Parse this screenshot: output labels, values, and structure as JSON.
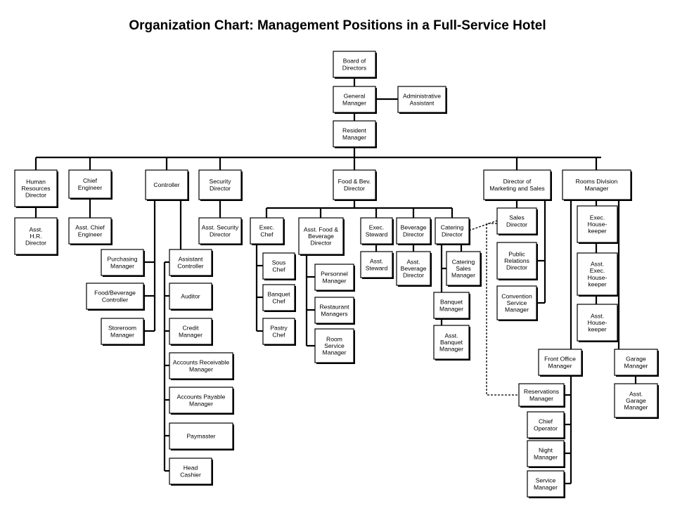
{
  "title": "Organization Chart: Management Positions in a Full-Service Hotel",
  "nodes": [
    {
      "id": "board",
      "label": [
        "Board of",
        "Directors"
      ]
    },
    {
      "id": "gm",
      "label": [
        "General",
        "Manager"
      ]
    },
    {
      "id": "admin",
      "label": [
        "Administrative",
        "Assistant"
      ]
    },
    {
      "id": "resident",
      "label": [
        "Resident",
        "Manager"
      ]
    },
    {
      "id": "hr",
      "label": [
        "Human",
        "Resources",
        "Director"
      ]
    },
    {
      "id": "asst_hr",
      "label": [
        "Asst.",
        "H.R.",
        "Director"
      ]
    },
    {
      "id": "chief_eng",
      "label": [
        "Chief",
        "Engineer"
      ]
    },
    {
      "id": "asst_chief_eng",
      "label": [
        "Asst. Chief",
        "Engineer"
      ]
    },
    {
      "id": "controller",
      "label": [
        "Controller"
      ]
    },
    {
      "id": "purchasing",
      "label": [
        "Purchasing",
        "Manager"
      ]
    },
    {
      "id": "fb_controller",
      "label": [
        "Food/Beverage",
        "Controller"
      ]
    },
    {
      "id": "storeroom",
      "label": [
        "Storeroom",
        "Manager"
      ]
    },
    {
      "id": "asst_controller",
      "label": [
        "Assistant",
        "Controller"
      ]
    },
    {
      "id": "auditor",
      "label": [
        "Auditor"
      ]
    },
    {
      "id": "credit",
      "label": [
        "Credit",
        "Manager"
      ]
    },
    {
      "id": "ar",
      "label": [
        "Accounts Receivable",
        "Manager"
      ]
    },
    {
      "id": "ap",
      "label": [
        "Accounts Payable",
        "Manager"
      ]
    },
    {
      "id": "paymaster",
      "label": [
        "Paymaster"
      ]
    },
    {
      "id": "head_cashier",
      "label": [
        "Head",
        "Cashier"
      ]
    },
    {
      "id": "security",
      "label": [
        "Security",
        "Director"
      ]
    },
    {
      "id": "asst_security",
      "label": [
        "Asst. Security",
        "Director"
      ]
    },
    {
      "id": "fb_director",
      "label": [
        "Food & Bev.",
        "Director"
      ]
    },
    {
      "id": "exec_chef",
      "label": [
        "Exec.",
        "Chef"
      ]
    },
    {
      "id": "sous_chef",
      "label": [
        "Sous",
        "Chef"
      ]
    },
    {
      "id": "banquet_chef",
      "label": [
        "Banquet",
        "Chef"
      ]
    },
    {
      "id": "pastry_chef",
      "label": [
        "Pastry",
        "Chef"
      ]
    },
    {
      "id": "asst_fb",
      "label": [
        "Asst. Food &",
        "Beverage",
        "Director"
      ]
    },
    {
      "id": "personnel",
      "label": [
        "Personnel",
        "Manager"
      ]
    },
    {
      "id": "restaurant",
      "label": [
        "Restaurant",
        "Managers"
      ]
    },
    {
      "id": "room_service",
      "label": [
        "Room",
        "Service",
        "Manager"
      ]
    },
    {
      "id": "exec_steward",
      "label": [
        "Exec.",
        "Steward"
      ]
    },
    {
      "id": "asst_steward",
      "label": [
        "Asst.",
        "Steward"
      ]
    },
    {
      "id": "beverage_dir",
      "label": [
        "Beverage",
        "Director"
      ]
    },
    {
      "id": "asst_beverage",
      "label": [
        "Asst.",
        "Beverage",
        "Director"
      ]
    },
    {
      "id": "catering_dir",
      "label": [
        "Catering",
        "Director"
      ]
    },
    {
      "id": "catering_sales",
      "label": [
        "Catering",
        "Sales",
        "Manager"
      ]
    },
    {
      "id": "banquet_mgr",
      "label": [
        "Banquet",
        "Manager"
      ]
    },
    {
      "id": "asst_banquet",
      "label": [
        "Asst.",
        "Banquet",
        "Manager"
      ]
    },
    {
      "id": "marketing",
      "label": [
        "Director of",
        "Marketing and Sales"
      ]
    },
    {
      "id": "sales_dir",
      "label": [
        "Sales",
        "Director"
      ]
    },
    {
      "id": "pr_dir",
      "label": [
        "Public",
        "Relations",
        "Director"
      ]
    },
    {
      "id": "convention",
      "label": [
        "Convention",
        "Service",
        "Manager"
      ]
    },
    {
      "id": "rooms_div",
      "label": [
        "Rooms Division",
        "Manager"
      ]
    },
    {
      "id": "exec_housekeeper",
      "label": [
        "Exec.",
        "House-",
        "keeper"
      ]
    },
    {
      "id": "asst_exec_housekeeper",
      "label": [
        "Asst.",
        "Exec.",
        "House-",
        "keeper"
      ]
    },
    {
      "id": "asst_housekeeper",
      "label": [
        "Asst.",
        "House-",
        "keeper"
      ]
    },
    {
      "id": "front_office",
      "label": [
        "Front Office",
        "Manager"
      ]
    },
    {
      "id": "reservations",
      "label": [
        "Reservations",
        "Manager"
      ]
    },
    {
      "id": "chief_operator",
      "label": [
        "Chief",
        "Operator"
      ]
    },
    {
      "id": "night_mgr",
      "label": [
        "Night",
        "Manager"
      ]
    },
    {
      "id": "service_mgr",
      "label": [
        "Service",
        "Manager"
      ]
    },
    {
      "id": "garage",
      "label": [
        "Garage",
        "Manager"
      ]
    },
    {
      "id": "asst_garage",
      "label": [
        "Asst.",
        "Garage",
        "Manager"
      ]
    }
  ]
}
